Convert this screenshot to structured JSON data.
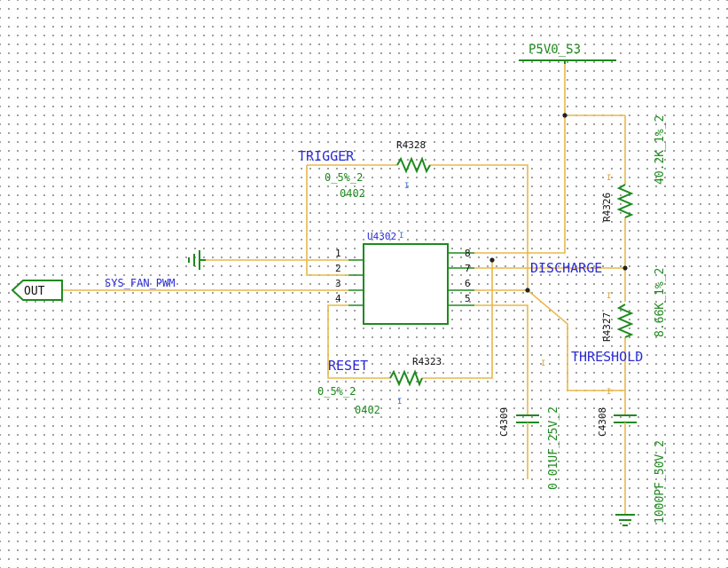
{
  "power": {
    "name": "P5V0_S3"
  },
  "net_labels": {
    "trigger": "TRIGGER",
    "reset": "RESET",
    "discharge": "DISCHARGE",
    "threshold": "THRESHOLD",
    "sys_fan_pwm": "SYS_FAN_PWM"
  },
  "port": {
    "out": "OUT"
  },
  "ic": {
    "ref": "U4302",
    "pins_left": [
      "1",
      "2",
      "3",
      "4"
    ],
    "pins_right": [
      "8",
      "7",
      "6",
      "5"
    ]
  },
  "components": {
    "r4328": {
      "ref": "R4328",
      "value": "0_5%_2",
      "package": "0402"
    },
    "r4323": {
      "ref": "R4323",
      "value": "0_5%_2",
      "package": "0402"
    },
    "r4326": {
      "ref": "R4326",
      "value": "40.2K_1%_2"
    },
    "r4327": {
      "ref": "R4327",
      "value": "8.66K_1%_2"
    },
    "c4309": {
      "ref": "C4309",
      "value": "0.01UF_25V_2"
    },
    "c4308": {
      "ref": "C4308",
      "value": "1000PF_50V_2"
    }
  },
  "markers": {
    "current": "I"
  }
}
